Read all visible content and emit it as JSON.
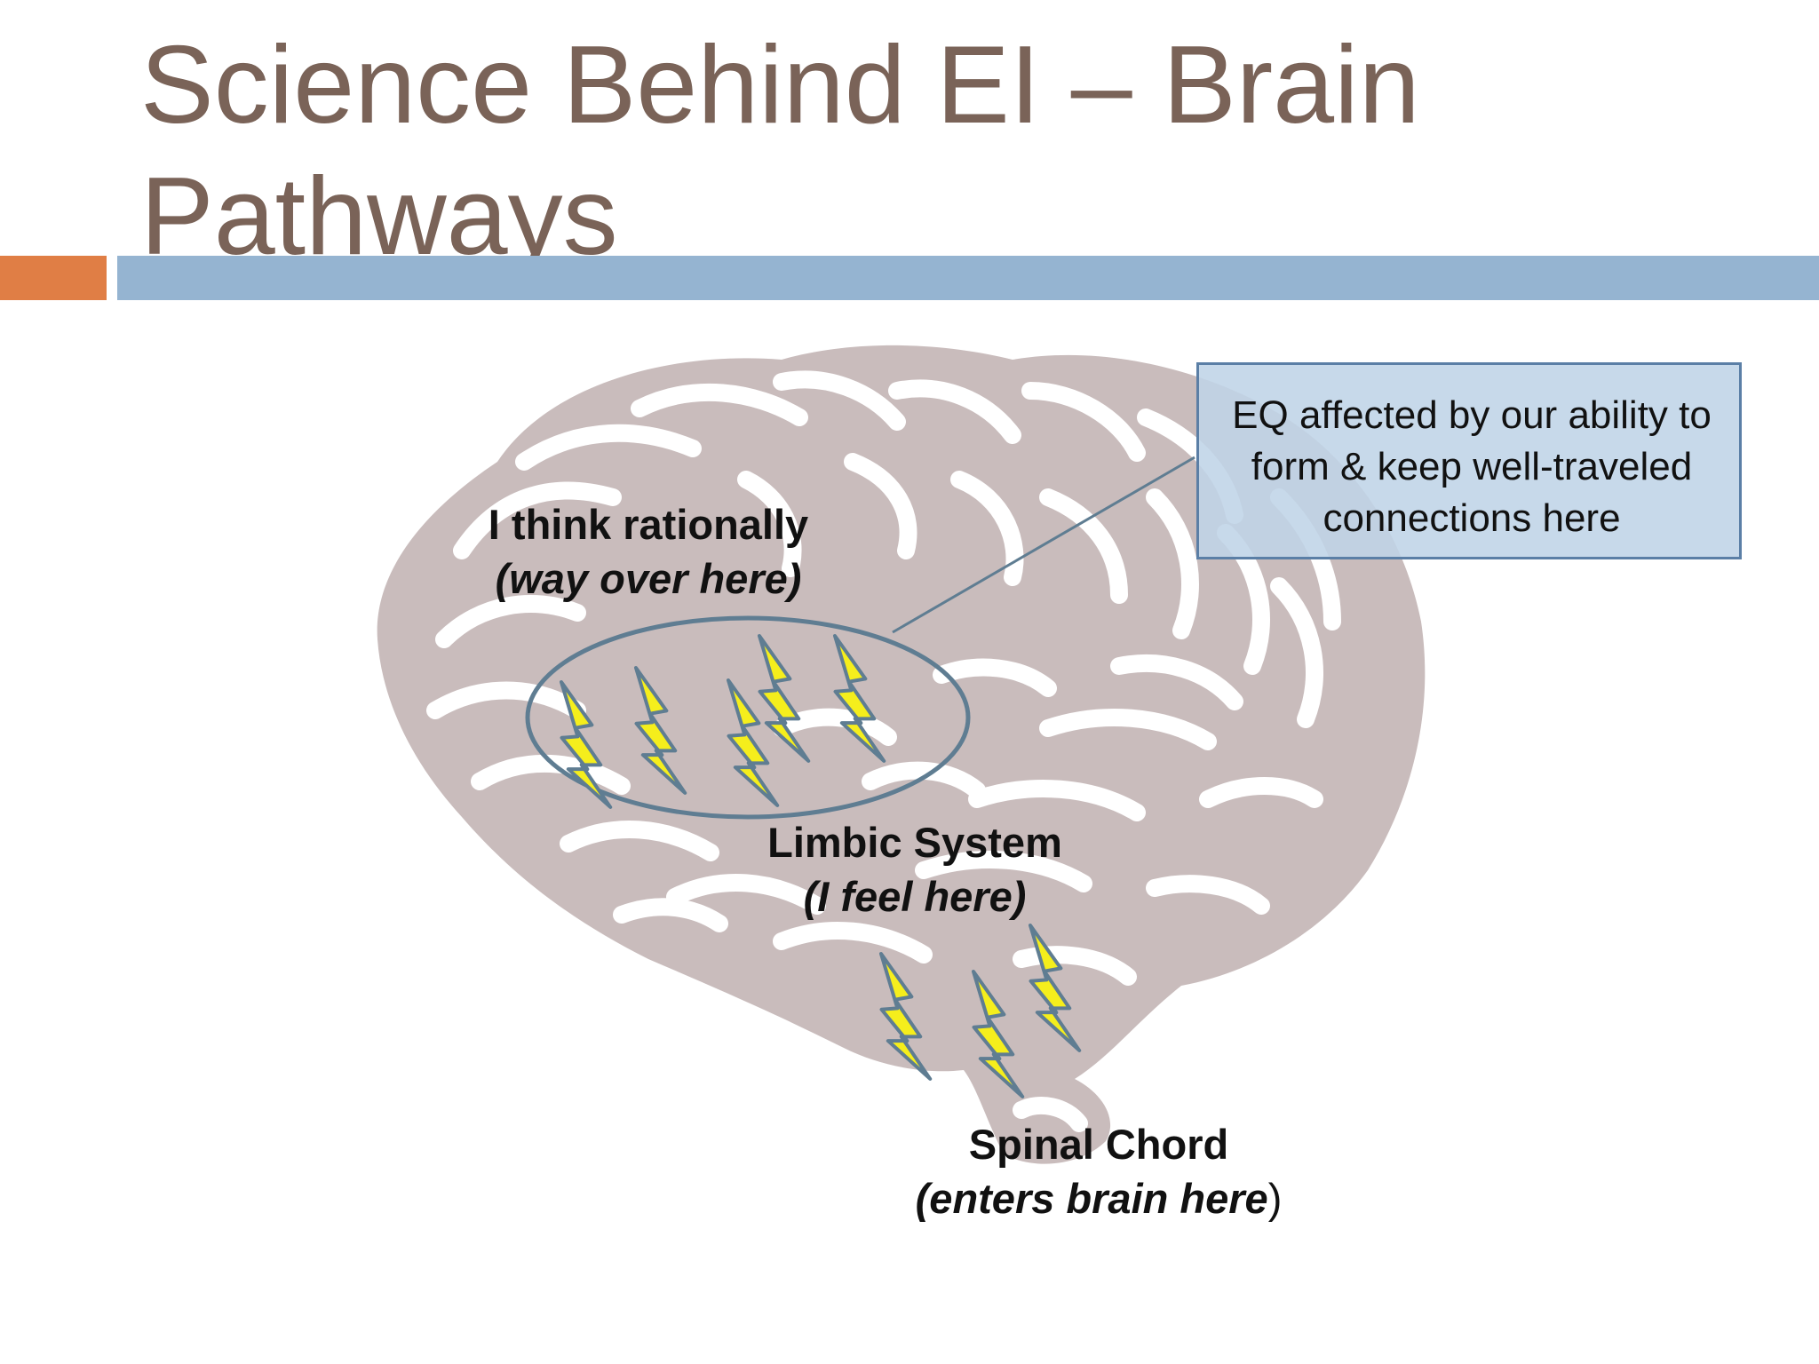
{
  "slide": {
    "title_line1": "Science Behind EI – Brain",
    "title_line2": "Pathways"
  },
  "colors": {
    "title": "#7a6358",
    "accent_bar": "#e07e45",
    "main_bar": "#95b4d1",
    "brain": "#c9bcbc",
    "bolt_fill": "#f5ee1c",
    "bolt_stroke": "#5f7d92",
    "callout_fill": "#bfd4e7",
    "callout_border": "#5b7fa6",
    "ellipse_stroke": "#5f7d92"
  },
  "diagram": {
    "labels": {
      "rational": {
        "main": "I think rationally",
        "sub": "(way over here)"
      },
      "limbic": {
        "main": "Limbic System",
        "sub": "(I feel here)"
      },
      "spinal": {
        "main": "Spinal Chord",
        "sub": "(enters brain here",
        "sub_end": ")"
      }
    },
    "callout": {
      "text": "EQ affected by our ability to form & keep well-traveled connections here"
    }
  }
}
